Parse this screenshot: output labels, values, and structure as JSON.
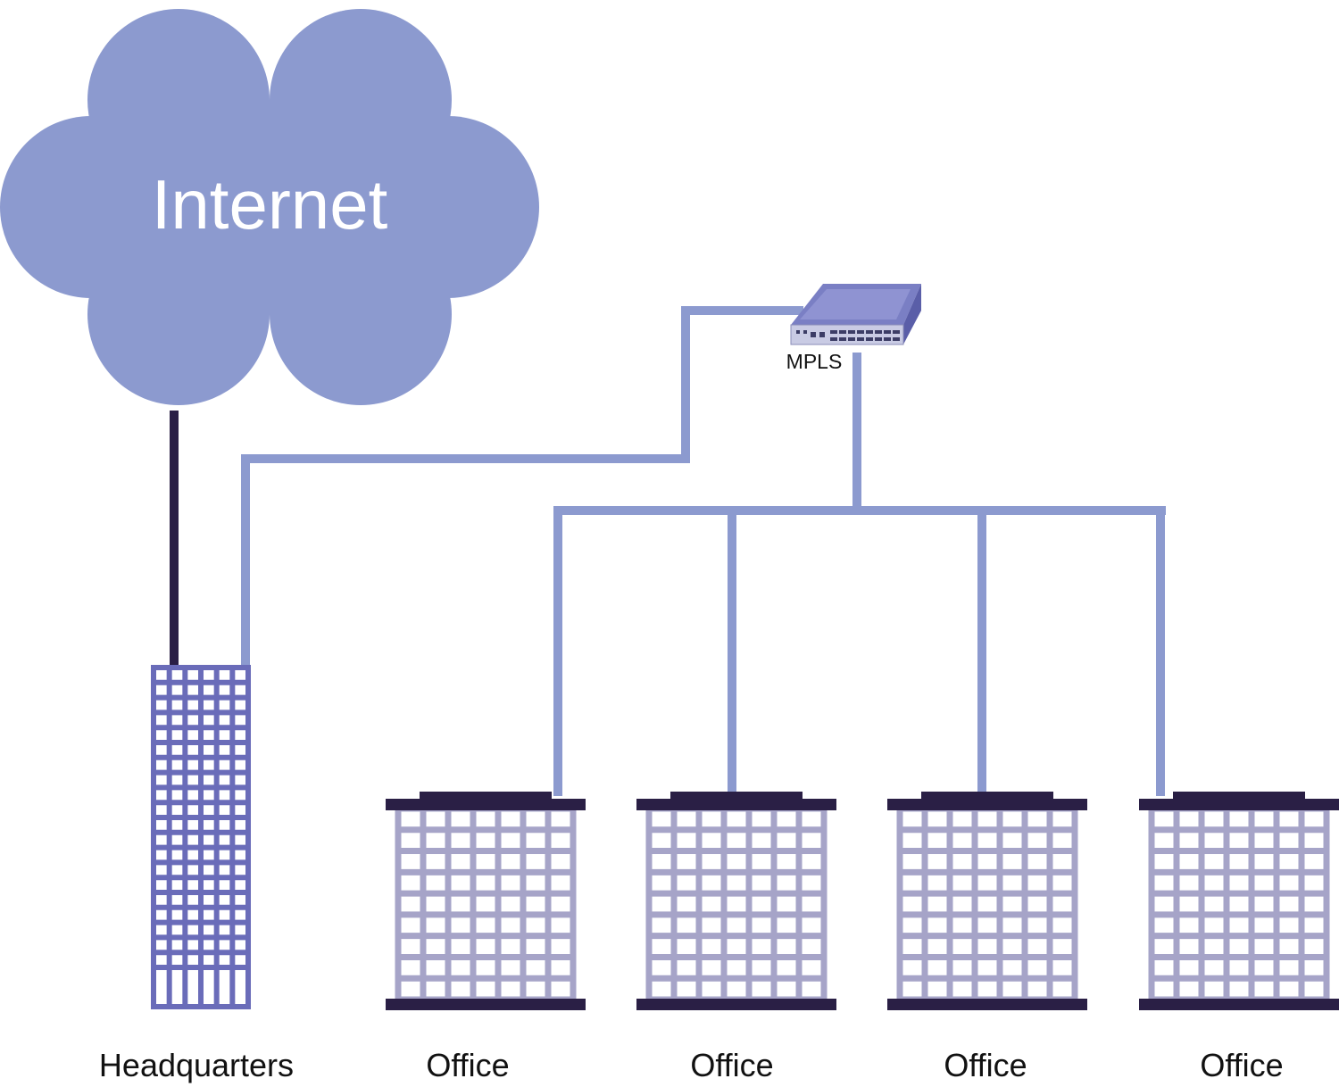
{
  "internet": {
    "label": "Internet",
    "color": "#8c9acf",
    "text_color": "#ffffff"
  },
  "mpls": {
    "label": "MPLS",
    "device_color": "#7a7fc4"
  },
  "headquarters": {
    "label": "Headquarters",
    "color": "#6a6cb9"
  },
  "offices": [
    {
      "label": "Office"
    },
    {
      "label": "Office"
    },
    {
      "label": "Office"
    },
    {
      "label": "Office"
    }
  ],
  "colors": {
    "mpls_line": "#8c9acf",
    "internet_line": "#2a1f45",
    "office_grid": "#a6a4c8",
    "office_slab": "#2a1f45"
  }
}
